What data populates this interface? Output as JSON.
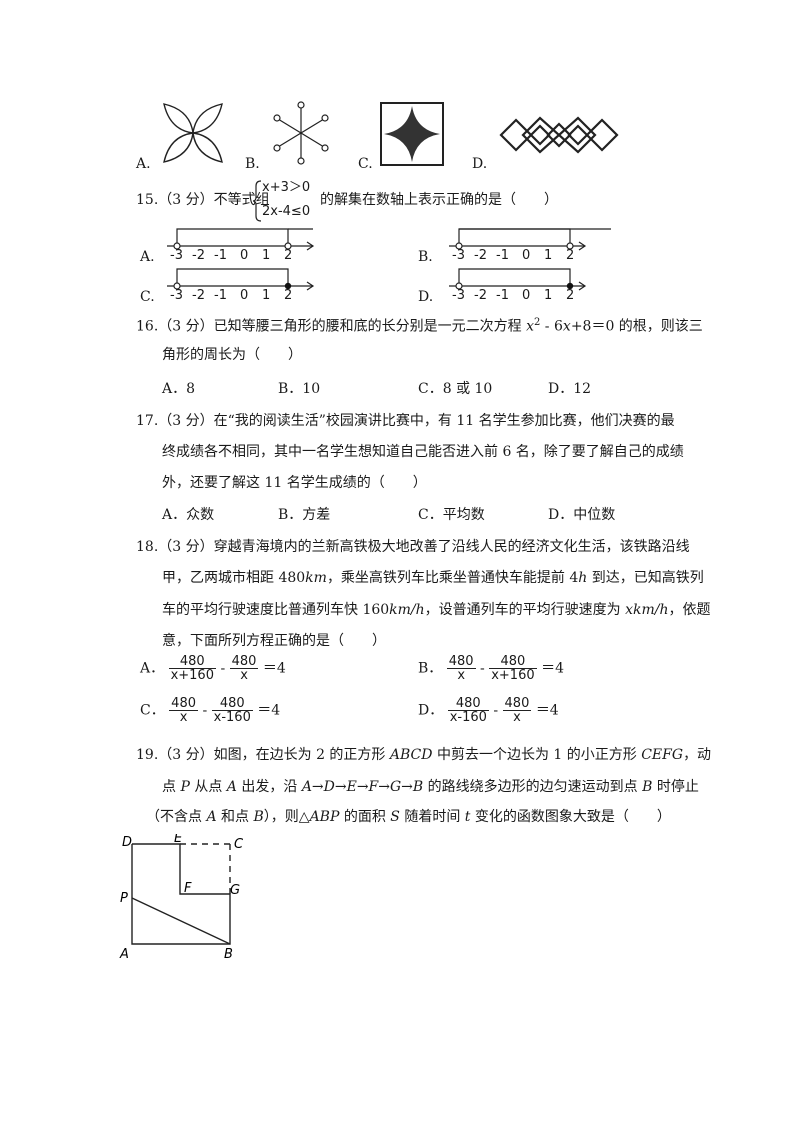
{
  "q14": {
    "labels": [
      "A.",
      "B.",
      "C.",
      "D."
    ]
  },
  "q15": {
    "prefix": "15.（3 分）不等式组",
    "ineq1": "x+3＞0",
    "ineq2": "2x-4≤0",
    "suffix": "的解集在数轴上表示正确的是（　　）",
    "labels": [
      "A.",
      "B.",
      "C.",
      "D."
    ],
    "ticks": [
      "-3",
      "-2",
      "-1",
      "0",
      "1",
      "2"
    ]
  },
  "q16": {
    "line1_a": "16.（3 分）已知等腰三角形的腰和底的长分别是一元二次方程 ",
    "line1_b": "x",
    "line1_sup": "2",
    "line1_c": " - 6",
    "line1_d": "x",
    "line1_e": "+8＝0 的根，则该三",
    "line2": "角形的周长为（　　）",
    "options": [
      "A．8",
      "B．10",
      "C．8 或 10",
      "D．12"
    ]
  },
  "q17": {
    "line1": "17.（3 分）在“我的阅读生活”校园演讲比赛中，有 11 名学生参加比赛，他们决赛的最",
    "line2": "终成绩各不相同，其中一名学生想知道自己能否进入前 6 名，除了要了解自己的成绩",
    "line3": "外，还要了解这 11 名学生成绩的（　　）",
    "options": [
      "A．众数",
      "B．方差",
      "C．平均数",
      "D．中位数"
    ]
  },
  "q18": {
    "line1": "18.（3 分）穿越青海境内的兰新高铁极大地改善了沿线人民的经济文化生活，该铁路沿线",
    "line2_a": "甲，乙两城市相距 480",
    "line2_km": "km",
    "line2_b": "，乘坐高铁列车比乘坐普通快车能提前 4",
    "line2_h": "h",
    "line2_c": " 到达，已知高铁列",
    "line3_a": "车的平均行驶速度比普通列车快 160",
    "line3_unit": "km/h",
    "line3_b": "，设普通列车的平均行驶速度为 ",
    "line3_x": "xkm/h",
    "line3_c": "，依题",
    "line4": "意，下面所列方程正确的是（　　）",
    "labels": [
      "A．",
      "B．",
      "C．",
      "D．"
    ],
    "fracs": {
      "a1n": "480",
      "a1d": "x+160",
      "a2n": "480",
      "a2d": "x",
      "b1n": "480",
      "b1d": "x",
      "b2n": "480",
      "b2d": "x+160",
      "c1n": "480",
      "c1d": "x",
      "c2n": "480",
      "c2d": "x-160",
      "d1n": "480",
      "d1d": "x-160",
      "d2n": "480",
      "d2d": "x"
    },
    "minus": "-",
    "eq": "＝4"
  },
  "q19": {
    "line1_a": "19.（3 分）如图，在边长为 2 的正方形 ",
    "line1_abcd": "ABCD",
    "line1_b": " 中剪去一个边长为 1 的小正方形 ",
    "line1_cefg": "CEFG",
    "line1_c": "，动",
    "line2_a": "点 ",
    "line2_p": "P",
    "line2_b": " 从点 ",
    "line2_A": "A",
    "line2_c": " 出发，沿 ",
    "line2_path": "A→D→E→F→G→B",
    "line2_d": " 的路线绕多边形的边匀速运动到点 ",
    "line2_B": "B",
    "line2_e": " 时停止",
    "line3_a": "（不含点 ",
    "line3_A": "A",
    "line3_b": " 和点 ",
    "line3_B": "B",
    "line3_c": "），则△",
    "line3_abp": "ABP",
    "line3_d": " 的面积 ",
    "line3_s": "S",
    "line3_e": " 随着时间 ",
    "line3_t": "t",
    "line3_f": " 变化的函数图象大致是（　　）",
    "points": {
      "D": "D",
      "E": "E",
      "C": "C",
      "P": "P",
      "F": "F",
      "G": "G",
      "A": "A",
      "B": "B"
    }
  }
}
